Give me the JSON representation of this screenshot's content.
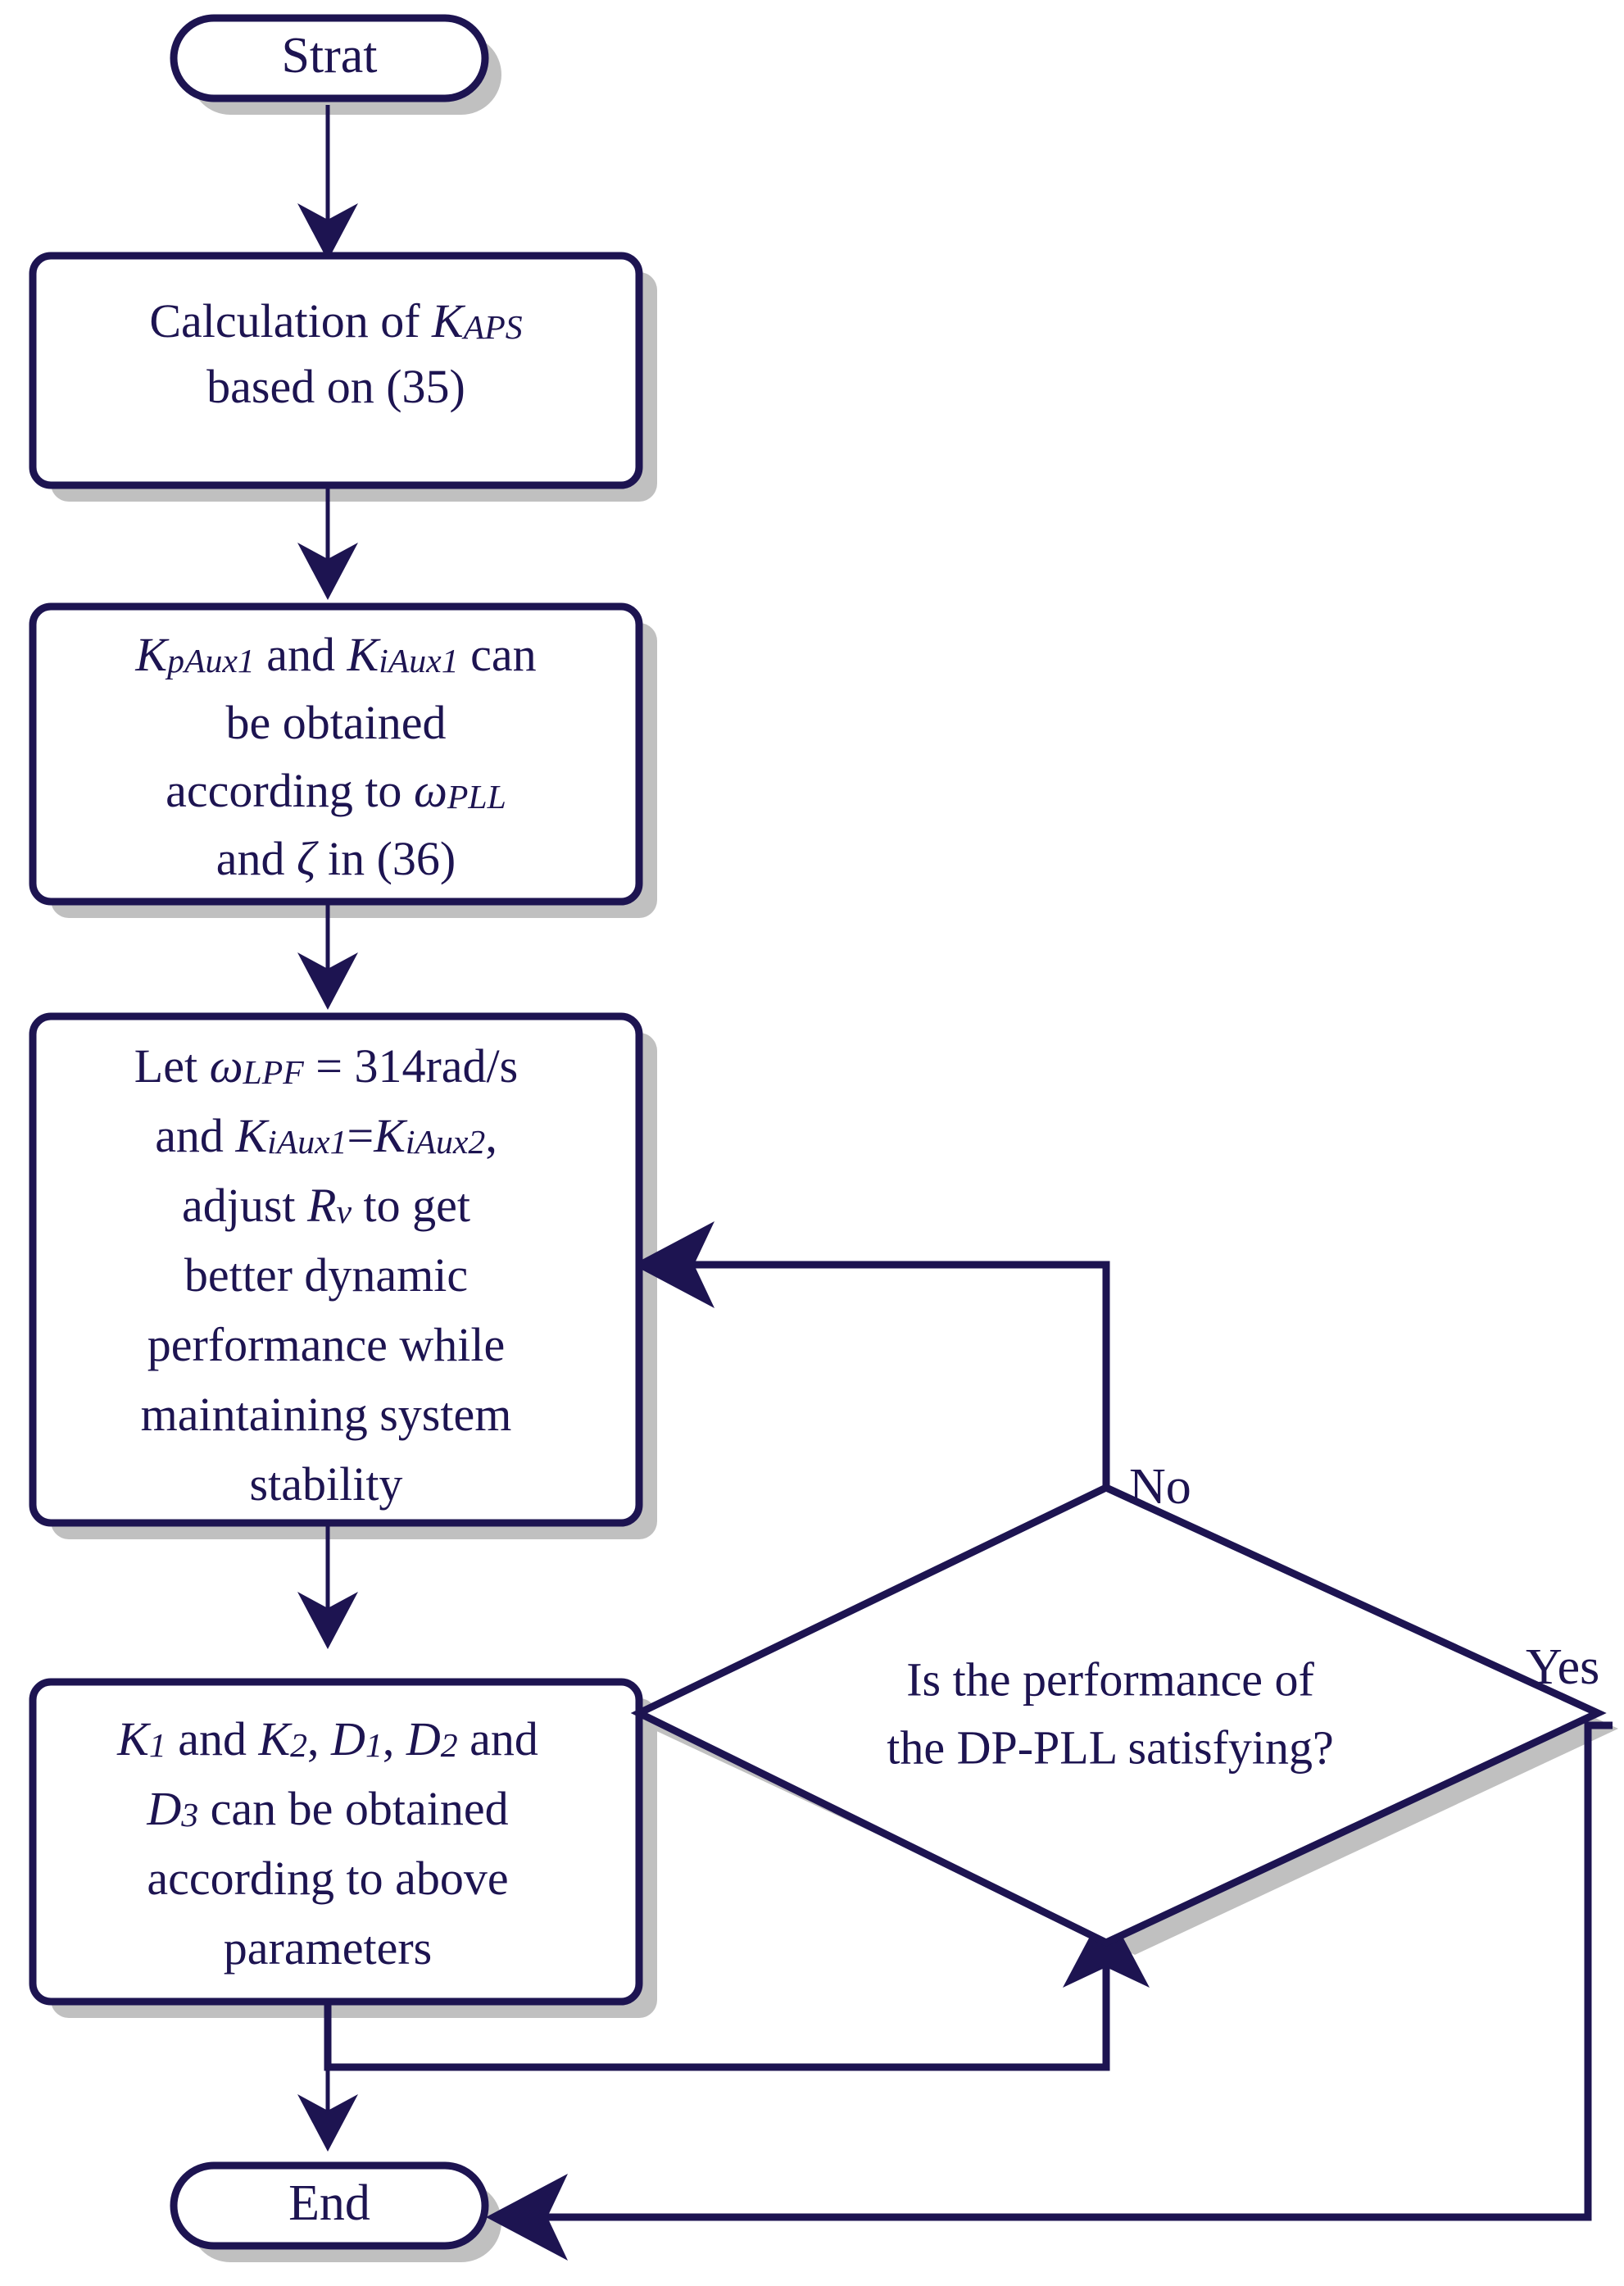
{
  "diagram": {
    "title": "DP-PLL parameter design flowchart",
    "colors": {
      "stroke": "#1d1451",
      "fill": "#ffffff",
      "shadow": "#c0c0c0",
      "background": "#ffffff"
    },
    "nodes": {
      "start": {
        "type": "terminator",
        "label": "Strat"
      },
      "step1": {
        "type": "process",
        "lines": [
          {
            "parts": [
              {
                "t": "Calculation of ",
                "s": "plain"
              },
              {
                "t": "K",
                "s": "italic"
              },
              {
                "t": "APS",
                "s": "sub"
              }
            ]
          },
          {
            "parts": [
              {
                "t": "based on (35)",
                "s": "plain"
              }
            ]
          }
        ],
        "plain_text": "Calculation of KAPS based on (35)"
      },
      "step2": {
        "type": "process",
        "lines": [
          {
            "parts": [
              {
                "t": "K",
                "s": "italic"
              },
              {
                "t": "pAux1",
                "s": "sub"
              },
              {
                "t": " and ",
                "s": "plain"
              },
              {
                "t": "K",
                "s": "italic"
              },
              {
                "t": "iAux1",
                "s": "sub"
              },
              {
                "t": " can",
                "s": "plain"
              }
            ]
          },
          {
            "parts": [
              {
                "t": "be obtained",
                "s": "plain"
              }
            ]
          },
          {
            "parts": [
              {
                "t": "according to ",
                "s": "plain"
              },
              {
                "t": "ω",
                "s": "italic"
              },
              {
                "t": "PLL",
                "s": "sub"
              }
            ]
          },
          {
            "parts": [
              {
                "t": "and  ",
                "s": "plain"
              },
              {
                "t": "ζ",
                "s": "italic"
              },
              {
                "t": " in (36)",
                "s": "plain"
              }
            ]
          }
        ],
        "plain_text": "KpAux1 and KiAux1 can be obtained according to ωPLL and ζ in (36)"
      },
      "step3": {
        "type": "process",
        "lines": [
          {
            "parts": [
              {
                "t": "Let ",
                "s": "plain"
              },
              {
                "t": "ω",
                "s": "italic"
              },
              {
                "t": "LPF",
                "s": "sub"
              },
              {
                "t": " = 314rad/s",
                "s": "plain"
              }
            ]
          },
          {
            "parts": [
              {
                "t": "and ",
                "s": "plain"
              },
              {
                "t": "K",
                "s": "italic"
              },
              {
                "t": "iAux1",
                "s": "sub"
              },
              {
                "t": "=",
                "s": "plain"
              },
              {
                "t": "K",
                "s": "italic"
              },
              {
                "t": "iAux2",
                "s": "sub"
              },
              {
                "t": ",",
                "s": "plain"
              }
            ]
          },
          {
            "parts": [
              {
                "t": "adjust ",
                "s": "plain"
              },
              {
                "t": "R",
                "s": "italic"
              },
              {
                "t": "v",
                "s": "sub"
              },
              {
                "t": " to get",
                "s": "plain"
              }
            ]
          },
          {
            "parts": [
              {
                "t": "better dynamic",
                "s": "plain"
              }
            ]
          },
          {
            "parts": [
              {
                "t": "performance while",
                "s": "plain"
              }
            ]
          },
          {
            "parts": [
              {
                "t": "maintaining system",
                "s": "plain"
              }
            ]
          },
          {
            "parts": [
              {
                "t": "stability",
                "s": "plain"
              }
            ]
          }
        ],
        "plain_text": "Let ωLPF = 314rad/s and KiAux1=KiAux2, adjust Rv to get better dynamic performance while maintaining system stability"
      },
      "step4": {
        "type": "process",
        "lines": [
          {
            "parts": [
              {
                "t": "K",
                "s": "italic"
              },
              {
                "t": "1",
                "s": "sub"
              },
              {
                "t": " and ",
                "s": "plain"
              },
              {
                "t": "K",
                "s": "italic"
              },
              {
                "t": "2",
                "s": "sub"
              },
              {
                "t": ", ",
                "s": "plain"
              },
              {
                "t": "D",
                "s": "italic"
              },
              {
                "t": "1",
                "s": "sub"
              },
              {
                "t": ", ",
                "s": "plain"
              },
              {
                "t": "D",
                "s": "italic"
              },
              {
                "t": "2",
                "s": "sub"
              },
              {
                "t": " and",
                "s": "plain"
              }
            ]
          },
          {
            "parts": [
              {
                "t": "D",
                "s": "italic"
              },
              {
                "t": "3",
                "s": "sub"
              },
              {
                "t": " can be obtained",
                "s": "plain"
              }
            ]
          },
          {
            "parts": [
              {
                "t": "according to above",
                "s": "plain"
              }
            ]
          },
          {
            "parts": [
              {
                "t": "parameters",
                "s": "plain"
              }
            ]
          }
        ],
        "plain_text": "K1 and K2, D1, D2 and D3 can be obtained according to above parameters"
      },
      "decision": {
        "type": "decision",
        "lines": [
          "Is the performance of",
          "the DP-PLL satisfying?"
        ],
        "plain_text": "Is the performance of the DP-PLL satisfying?"
      },
      "end": {
        "type": "terminator",
        "label": "End"
      }
    },
    "edge_labels": {
      "no": "No",
      "yes": "Yes"
    },
    "edges": [
      {
        "from": "start",
        "to": "step1",
        "label": ""
      },
      {
        "from": "step1",
        "to": "step2",
        "label": ""
      },
      {
        "from": "step2",
        "to": "step3",
        "label": ""
      },
      {
        "from": "step3",
        "to": "step4",
        "label": ""
      },
      {
        "from": "step4",
        "to": "decision",
        "label": ""
      },
      {
        "from": "decision",
        "to": "step3",
        "label": "No"
      },
      {
        "from": "decision",
        "to": "end",
        "label": "Yes"
      },
      {
        "from": "step4",
        "to": "end",
        "label": ""
      }
    ]
  }
}
